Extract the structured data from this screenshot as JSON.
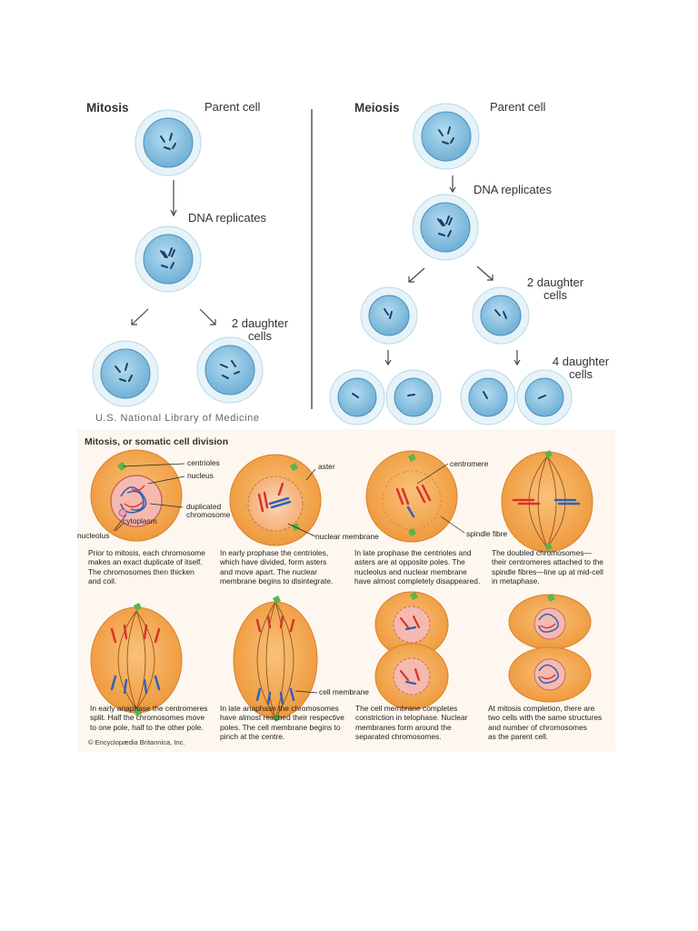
{
  "mitosis_meiosis": {
    "mitosis": {
      "title": "Mitosis",
      "parent_cell": "Parent cell",
      "dna_replicates": "DNA replicates",
      "daughter_cells": [
        "2 daughter",
        "cells"
      ]
    },
    "meiosis": {
      "title": "Meiosis",
      "parent_cell": "Parent cell",
      "dna_replicates": "DNA replicates",
      "two_daughter_cells": [
        "2 daughter",
        "cells"
      ],
      "four_daughter_cells": [
        "4 daughter",
        "cells"
      ]
    },
    "credit": "U.S. National Library of Medicine"
  },
  "somatic": {
    "title": "Mitosis, or somatic cell division",
    "labels": {
      "centrioles": "centrioles",
      "nucleus": "nucleus",
      "duplicated_chromosome": [
        "duplicated",
        "chromosome"
      ],
      "cytoplasm": "cytoplasm",
      "nucleolus": "nucleolus",
      "aster": "aster",
      "nuclear_membrane": "nuclear membrane",
      "centromere": "centromere",
      "spindle_fibre": "spindle fibre",
      "cell_membrane": "cell membrane"
    },
    "captions": [
      [
        "Prior to mitosis, each chromosome",
        "makes an exact duplicate of itself.",
        "The chromosomes then thicken",
        "and coil."
      ],
      [
        "In early prophase the centrioles,",
        "which have divided, form asters",
        "and move apart. The nuclear",
        "membrane begins to disintegrate."
      ],
      [
        "In late prophase the centrioles and",
        "asters are at opposite poles. The",
        "nucleolus and nuclear membrane",
        "have almost completely disappeared."
      ],
      [
        "The doubled chromosomes—",
        "their centromeres attached to the",
        "spindle fibres—line up at mid-cell",
        "in metaphase."
      ],
      [
        "In early anaphase the centromeres",
        "split. Half the chromosomes move",
        "to one pole, half to the other pole."
      ],
      [
        "In late anaphase the chromosomes",
        "have almost reached their respective",
        "poles. The cell membrane begins to",
        "pinch at the centre."
      ],
      [
        "The cell membrane completes",
        "constriction in telophase. Nuclear",
        "membranes form around the",
        "separated chromosomes."
      ],
      [
        "At mitosis completion, there are",
        "two cells with the same structures",
        "and number of chromosomes",
        "as the parent cell."
      ]
    ],
    "credit": "© Encyclopædia Britannica, Inc."
  },
  "colors": {
    "cell_outer": "#dff0f7",
    "cell_nucleus": "#8fc6e2",
    "orange_cell": "#f2a24a",
    "chromosome_red": "#d8322e",
    "chromosome_blue": "#2f62b5",
    "centriole_green": "#58b64a"
  }
}
